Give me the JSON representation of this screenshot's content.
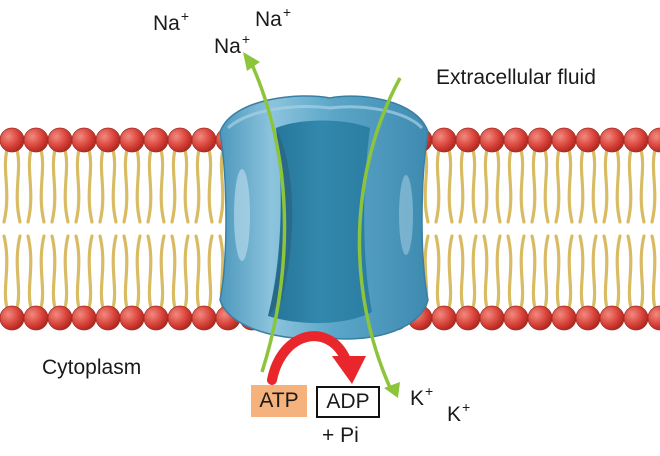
{
  "labels": {
    "extracellular": "Extracellular fluid",
    "cytoplasm": "Cytoplasm",
    "atp": "ATP",
    "adp": "ADP",
    "pi": "+ Pi"
  },
  "ions": {
    "na_symbol": "Na",
    "k_symbol": "K",
    "charge": "+"
  },
  "colors": {
    "phosphate_head": "#d9433a",
    "lipid_tail": "#d8bc63",
    "protein": "#5aa6c8",
    "protein_channel": "#2f86ab",
    "arrow_green": "#8cc43c",
    "atp_arrow": "#e8262b",
    "atp_box": "#f5b27c"
  }
}
